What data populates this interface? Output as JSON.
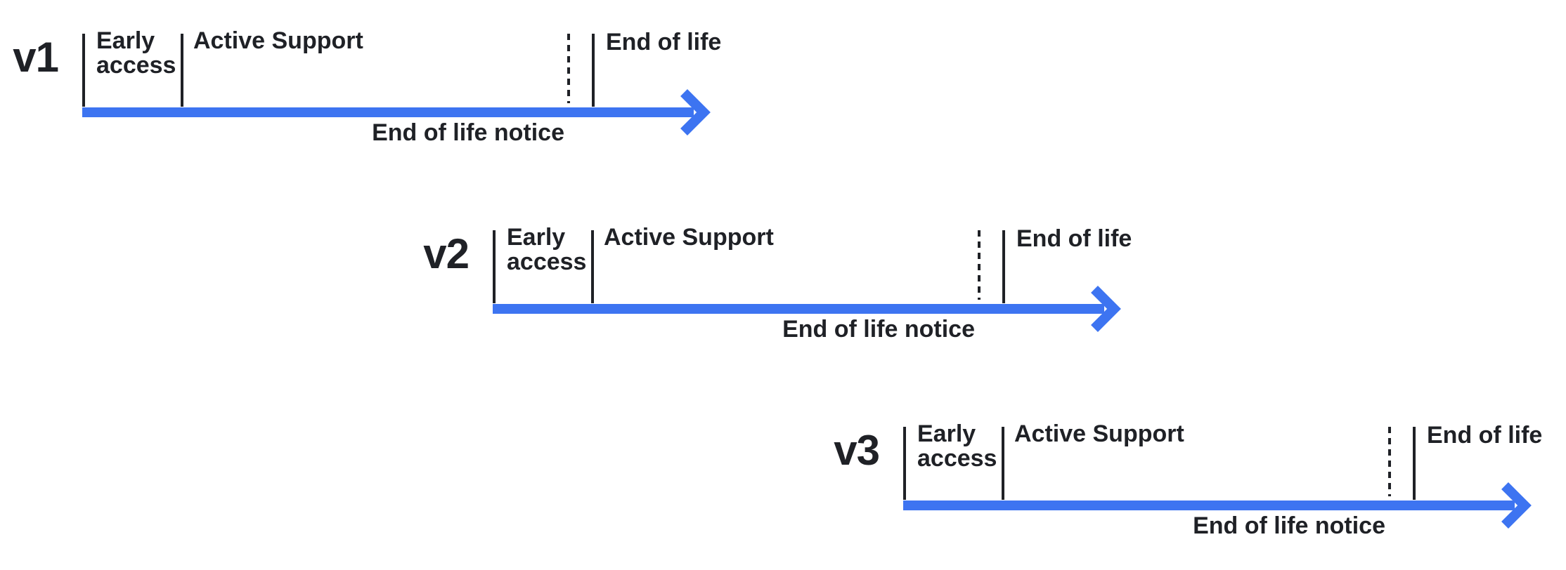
{
  "colors": {
    "accent_blue": "#3D74F1",
    "ink": "#1F2126",
    "background": "#FFFFFF"
  },
  "timelines": [
    {
      "version": "v1",
      "early_access_label": "Early\naccess",
      "active_support_label": "Active Support",
      "end_of_life_label": "End of life",
      "end_of_life_notice_label": "End of life notice"
    },
    {
      "version": "v2",
      "early_access_label": "Early\naccess",
      "active_support_label": "Active Support",
      "end_of_life_label": "End of life",
      "end_of_life_notice_label": "End of life notice"
    },
    {
      "version": "v3",
      "early_access_label": "Early\naccess",
      "active_support_label": "Active Support",
      "end_of_life_label": "End of life",
      "end_of_life_notice_label": "End of life notice"
    }
  ]
}
